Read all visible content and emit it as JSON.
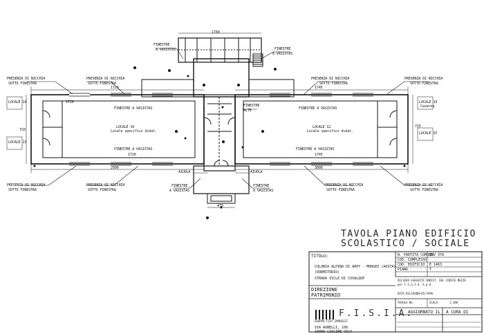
{
  "plan": {
    "labels": {
      "finestre_vasistas_1": "FINESTRE A VASISTAS",
      "finestre_vasistas_2": "FINESTRE A VASISTAS",
      "finestre_vasistas_3": "FINESTRE A VASISTAS",
      "finestre_vasistas_4": "FINESTRE A VASISTAS",
      "finestre_top_left_a": "FINESTRE",
      "finestre_top_left_b": "A VASISTAS",
      "finestre_top_right_a": "FINESTRE",
      "finestre_top_right_b": "A VASISTAS",
      "finestre_bot_left_a": "FINESTRE",
      "finestre_bot_left_b": "A VASISTAS",
      "finestre_bot_right_a": "FINESTRE",
      "finestre_bot_right_b": "A VASISTAS",
      "finestre_center_a": "FINESTRE",
      "finestre_center_b": "ALTE",
      "nicchia_tl_a": "PRESENZA DI NICCHIA",
      "nicchia_tl_b": "SOTTO FINESTRA",
      "nicchia_tl2_a": "PRESENZA DI NICCHIA",
      "nicchia_tl2_b": "SOTTO FINESTRA",
      "nicchia_tr_a": "PRESENZA DI NICCHIA",
      "nicchia_tr_b": "SOTTO FINESTRA",
      "nicchia_tr2_a": "PRESENZA DI NICCHIA",
      "nicchia_tr2_b": "SOTTO FINESTRA",
      "nicchia_bl_a": "PRESENZA DI NICCHIA",
      "nicchia_bl_b": "SOTTO FINESTRA",
      "nicchia_bl2_a": "PRESENZA DI NICCHIA",
      "nicchia_bl2_b": "SOTTO FINESTRA",
      "nicchia_br_a": "PRESENZA DI NICCHIA",
      "nicchia_br_b": "SOTTO FINESTRA",
      "nicchia_br2_a": "PRESENZA DI NICCHIA",
      "nicchia_br2_b": "SOTTO FINESTRA",
      "aiuola_left": "AIUOLA",
      "aiuola_right": "AIUOLA",
      "locale_16": "LOCALE 16",
      "locale_16_sub": "Locale specifico didat.",
      "locale_12": "LOCALE 12",
      "locale_12_sub": "Locale specifico didat.",
      "locale_14": "LOCALE 14",
      "locale_13": "LOCALE 13",
      "locale_14_right": "LOCALE 14",
      "locale_15": "LOCALE 15",
      "caverna": "Caverna"
    },
    "dimensions": [
      "1720",
      "1720",
      "1745",
      "1745",
      "1720",
      "1760",
      "2990",
      "3000",
      "470",
      "720",
      "725"
    ]
  },
  "title_block": {
    "heading_1": "TAVOLA PIANO EDIFICIO",
    "heading_2": "SCOLASTICO / SOCIALE",
    "titolo_label": "TITOLO:",
    "address_1": "COLONIA ALPINA DI ARPY - MORGEX (AOSTA)",
    "address_2": "(DORMITORIO)",
    "address_3": "STRADA VICLE DI CUVALQUP",
    "partita_label": "N. PARTITA COMUNE",
    "partita_value": "INV 378",
    "cod_complesso_label": "COD. COMPLESSO",
    "cod_edificio_label": "COD. EDIFICIO",
    "cod_edificio_value": "E 1463",
    "piano_label": "PIANO",
    "piano_value": "T",
    "rilievo_note": "RILIEVO ESEGUITO INDIST. DAL CODICE MEZZE",
    "rilievo_note_2": "per F.I.S.I.A. S.p.A.",
    "data_label": "DATA RILIEVO",
    "data_value": "28/05/1996",
    "tavola_label": "TAVOLA No.",
    "scala_label": "SCALA",
    "scala_value": "1:100",
    "direzione_1": "DIREZIONE",
    "direzione_2": "PATRIMONIO",
    "logo": "F.I.S.I.A.",
    "gruppo": "GRUPPO FIAT-IMPRESIT",
    "company_addr_1": "VIA AGNELLI, 166",
    "company_addr_2": "10090 CASCINE VICA",
    "aggiornato_label": "AGGIORNATO IL",
    "a_cura_label": "A CURA DI"
  },
  "colors": {
    "ink": "#111111",
    "paper": "#ffffff",
    "grey": "#555555"
  }
}
